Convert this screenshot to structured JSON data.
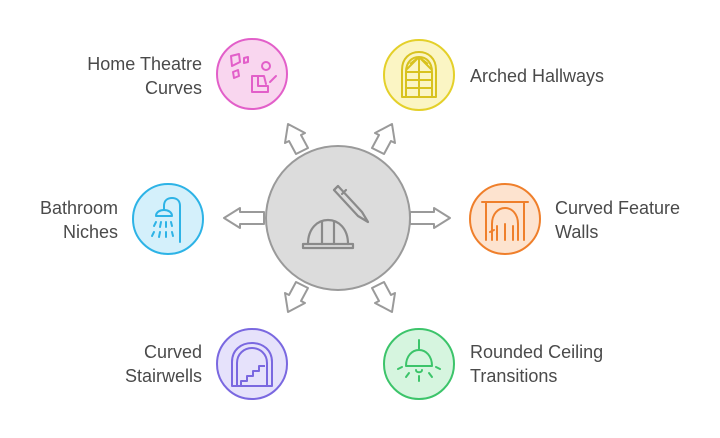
{
  "diagram": {
    "center_icon": "hardhat-pencil-icon",
    "items": [
      {
        "id": "home-theatre",
        "lines": [
          "Home Theatre",
          "Curves"
        ],
        "icon": "theatre-seat-icon",
        "fill": "#f9d6ef",
        "stroke": "#e25fc9"
      },
      {
        "id": "arched-hallways",
        "lines": [
          "Arched Hallways"
        ],
        "icon": "arched-window-icon",
        "fill": "#fbf5c4",
        "stroke": "#e4d02a"
      },
      {
        "id": "bathroom-niches",
        "lines": [
          "Bathroom",
          "Niches"
        ],
        "icon": "shower-icon",
        "fill": "#d4f0fb",
        "stroke": "#2db3e6"
      },
      {
        "id": "curved-feature-walls",
        "lines": [
          "Curved Feature",
          "Walls"
        ],
        "icon": "arched-door-icon",
        "fill": "#fde3cf",
        "stroke": "#ef7f2b"
      },
      {
        "id": "curved-stairwells",
        "lines": [
          "Curved",
          "Stairwells"
        ],
        "icon": "arched-stairs-icon",
        "fill": "#e6e2fb",
        "stroke": "#7a68e0"
      },
      {
        "id": "rounded-ceiling",
        "lines": [
          "Rounded Ceiling",
          "Transitions"
        ],
        "icon": "ceiling-lamp-icon",
        "fill": "#d6f5df",
        "stroke": "#3cc46a"
      }
    ]
  }
}
